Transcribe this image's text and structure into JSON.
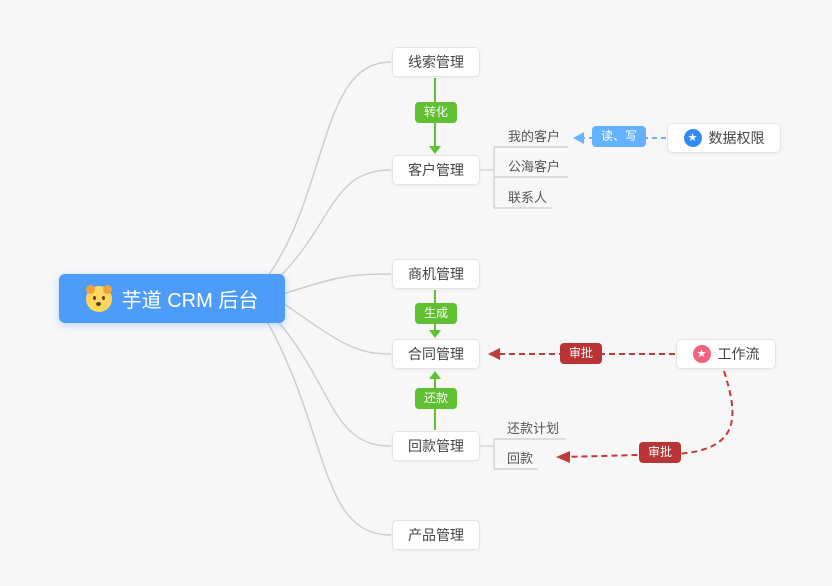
{
  "diagram": {
    "root": {
      "label": "芋道 CRM 后台",
      "icon": "dog-emoji"
    },
    "main_nodes": [
      {
        "id": "leads",
        "label": "线索管理"
      },
      {
        "id": "customers",
        "label": "客户管理",
        "children": [
          "我的客户",
          "公海客户",
          "联系人"
        ]
      },
      {
        "id": "opportunities",
        "label": "商机管理"
      },
      {
        "id": "contracts",
        "label": "合同管理"
      },
      {
        "id": "receivables",
        "label": "回款管理",
        "children": [
          "还款计划",
          "回款"
        ]
      },
      {
        "id": "products",
        "label": "产品管理"
      }
    ],
    "side_nodes": [
      {
        "id": "data-permission",
        "label": "数据权限",
        "icon": "star-blue"
      },
      {
        "id": "workflow",
        "label": "工作流",
        "icon": "star-pink"
      }
    ],
    "edges": [
      {
        "from": "线索管理",
        "to": "客户管理",
        "label": "转化",
        "style": "green-solid-arrow-down"
      },
      {
        "from": "商机管理",
        "to": "合同管理",
        "label": "生成",
        "style": "green-solid-arrow-down"
      },
      {
        "from": "回款管理",
        "to": "合同管理",
        "label": "还款",
        "style": "green-solid-arrow-up"
      },
      {
        "from": "数据权限",
        "to": "我的客户",
        "label": "读、写",
        "style": "blue-dashed-arrow-left"
      },
      {
        "from": "工作流",
        "to": "合同管理",
        "label": "审批",
        "style": "red-dashed-arrow-left"
      },
      {
        "from": "工作流",
        "to": "回款",
        "label": "审批",
        "style": "red-dashed-arrow-left"
      }
    ],
    "colors": {
      "background": "#f7f7f8",
      "root_bg": "#4d9cfa",
      "green_edge": "#5fc131",
      "blue_badge": "#64b2ff",
      "red_badge": "#b93434",
      "branch_line": "#cccccc",
      "star_blue": "#2f8cf6",
      "star_pink": "#f2637f"
    }
  }
}
